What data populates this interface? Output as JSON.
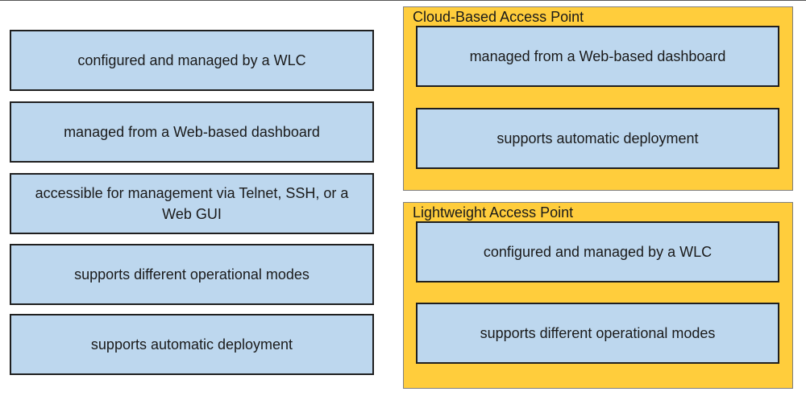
{
  "options": [
    {
      "label": "configured and managed by a WLC"
    },
    {
      "label": "managed from a Web-based dashboard"
    },
    {
      "label": "accessible for management via Telnet, SSH, or a Web GUI"
    },
    {
      "label": "supports different operational modes"
    },
    {
      "label": "supports automatic deployment"
    }
  ],
  "targets": [
    {
      "title": "Cloud-Based Access Point",
      "items": [
        {
          "label": "managed from a Web-based dashboard"
        },
        {
          "label": "supports automatic deployment"
        }
      ]
    },
    {
      "title": "Lightweight Access Point",
      "items": [
        {
          "label": "configured and managed by a WLC"
        },
        {
          "label": "supports different operational modes"
        }
      ]
    }
  ],
  "colors": {
    "card_fill": "#bdd7ee",
    "zone_fill": "#ffcd3c",
    "border": "#1f1f1f"
  }
}
